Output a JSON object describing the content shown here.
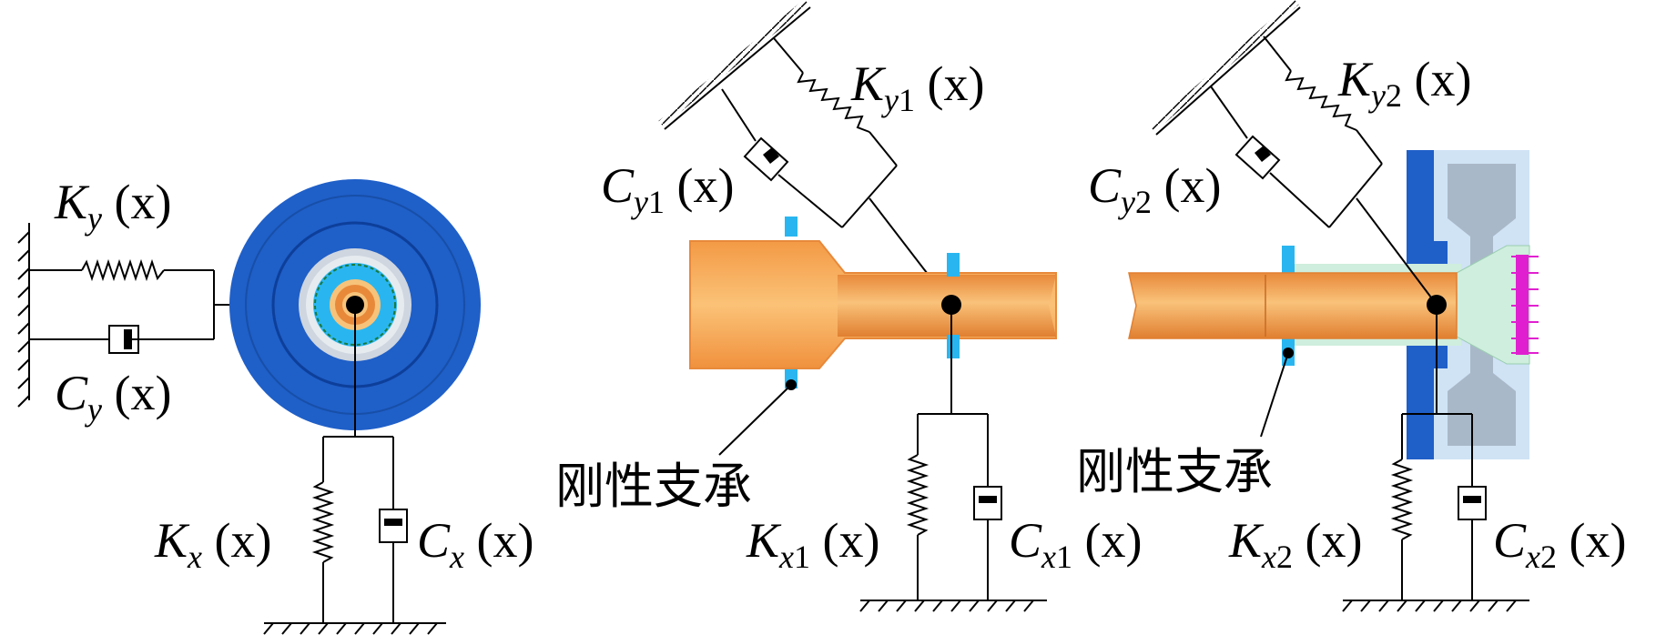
{
  "labels": {
    "ky": {
      "sym": "K",
      "sub": "y",
      "arg": " (x)"
    },
    "cy": {
      "sym": "C",
      "sub": "y",
      "arg": " (x)"
    },
    "kx": {
      "sym": "K",
      "sub": "x",
      "arg": " (x)"
    },
    "cx": {
      "sym": "C",
      "sub": "x",
      "arg": " (x)"
    },
    "ky1": {
      "sym": "K",
      "sub": "y",
      "num": "1",
      "arg": " (x)"
    },
    "cy1": {
      "sym": "C",
      "sub": "y",
      "num": "1",
      "arg": " (x)"
    },
    "kx1": {
      "sym": "K",
      "sub": "x",
      "num": "1",
      "arg": " (x)"
    },
    "cx1": {
      "sym": "C",
      "sub": "x",
      "num": "1",
      "arg": " (x)"
    },
    "ky2": {
      "sym": "K",
      "sub": "y",
      "num": "2",
      "arg": " (x)"
    },
    "cy2": {
      "sym": "C",
      "sub": "y",
      "num": "2",
      "arg": " (x)"
    },
    "kx2": {
      "sym": "K",
      "sub": "x",
      "num": "2",
      "arg": " (x)"
    },
    "cx2": {
      "sym": "C",
      "sub": "x",
      "num": "2",
      "arg": " (x)"
    }
  },
  "annotations": {
    "rigid_support_1": "刚性支承",
    "rigid_support_2": "刚性支承"
  },
  "colors": {
    "disk_blue": "#1f5fc8",
    "disk_dark": "#0d3f9a",
    "shaft_orange": "#f0a050",
    "shaft_light": "#f7c37a",
    "bearing_cyan": "#29b6f0",
    "hub_light_blue": "#cfe3f5",
    "coupling_green": "#cfeedd",
    "magenta": "#e020d0"
  }
}
